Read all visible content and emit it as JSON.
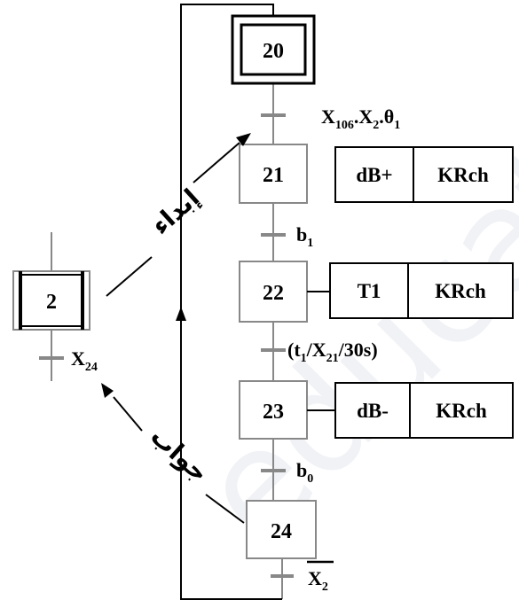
{
  "watermark": "education",
  "steps": {
    "initial": "20",
    "s21": "21",
    "s22": "22",
    "s23": "23",
    "s24": "24",
    "side": "2"
  },
  "transitions": {
    "t20_21": "X106.X2.θ1",
    "t21_22": "b1",
    "t22_23": "(t1/X21/30s)",
    "t23_24": "b0",
    "t24_20": "X2 (complemented)",
    "side": "X24"
  },
  "actions": {
    "a21": [
      "dB+",
      "KRch"
    ],
    "a22": [
      "T1",
      "KRch"
    ],
    "a23": [
      "dB-",
      "KRch"
    ]
  },
  "arabic": {
    "upper": "إبداء",
    "lower": "جواب"
  }
}
